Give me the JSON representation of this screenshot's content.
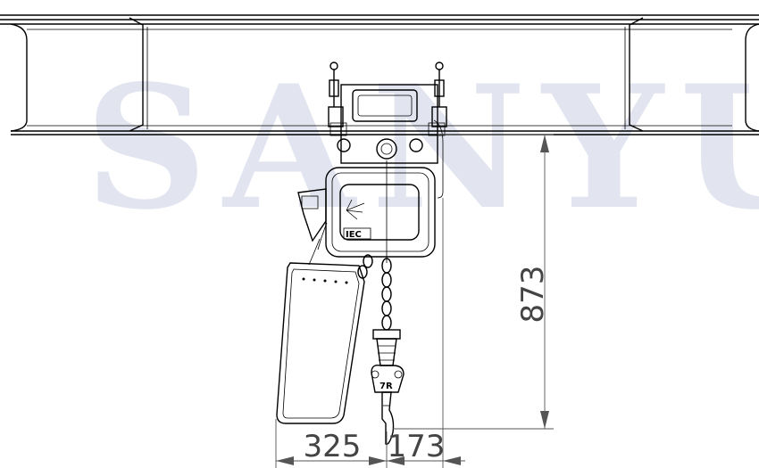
{
  "watermark": {
    "text": "SANYU"
  },
  "dimensions": {
    "height": "873",
    "left_offset": "325",
    "right_offset": "173"
  },
  "labels": {
    "hook_block_mark": "7R",
    "warning_mark": "IEC"
  },
  "colors": {
    "line": "#000000",
    "dimension": "#555555",
    "watermark": "#4a5fa0"
  }
}
